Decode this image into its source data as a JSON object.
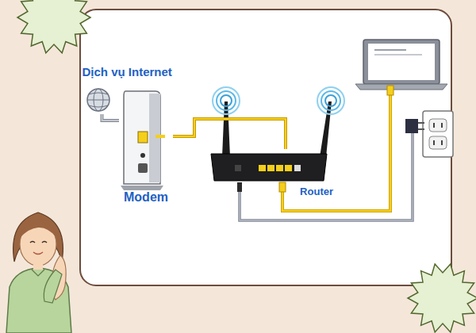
{
  "diagram": {
    "nodes": [
      {
        "text": [
          "Dịch vụ Internet"
        ]
      },
      {
        "text": [
          "Modem"
        ]
      },
      {
        "text": [
          "Router"
        ]
      }
    ],
    "edges": [
      {
        "from": 0,
        "to": 1,
        "arrow": "none"
      },
      {
        "from": 1,
        "to": 2,
        "arrow": "none"
      }
    ]
  }
}
